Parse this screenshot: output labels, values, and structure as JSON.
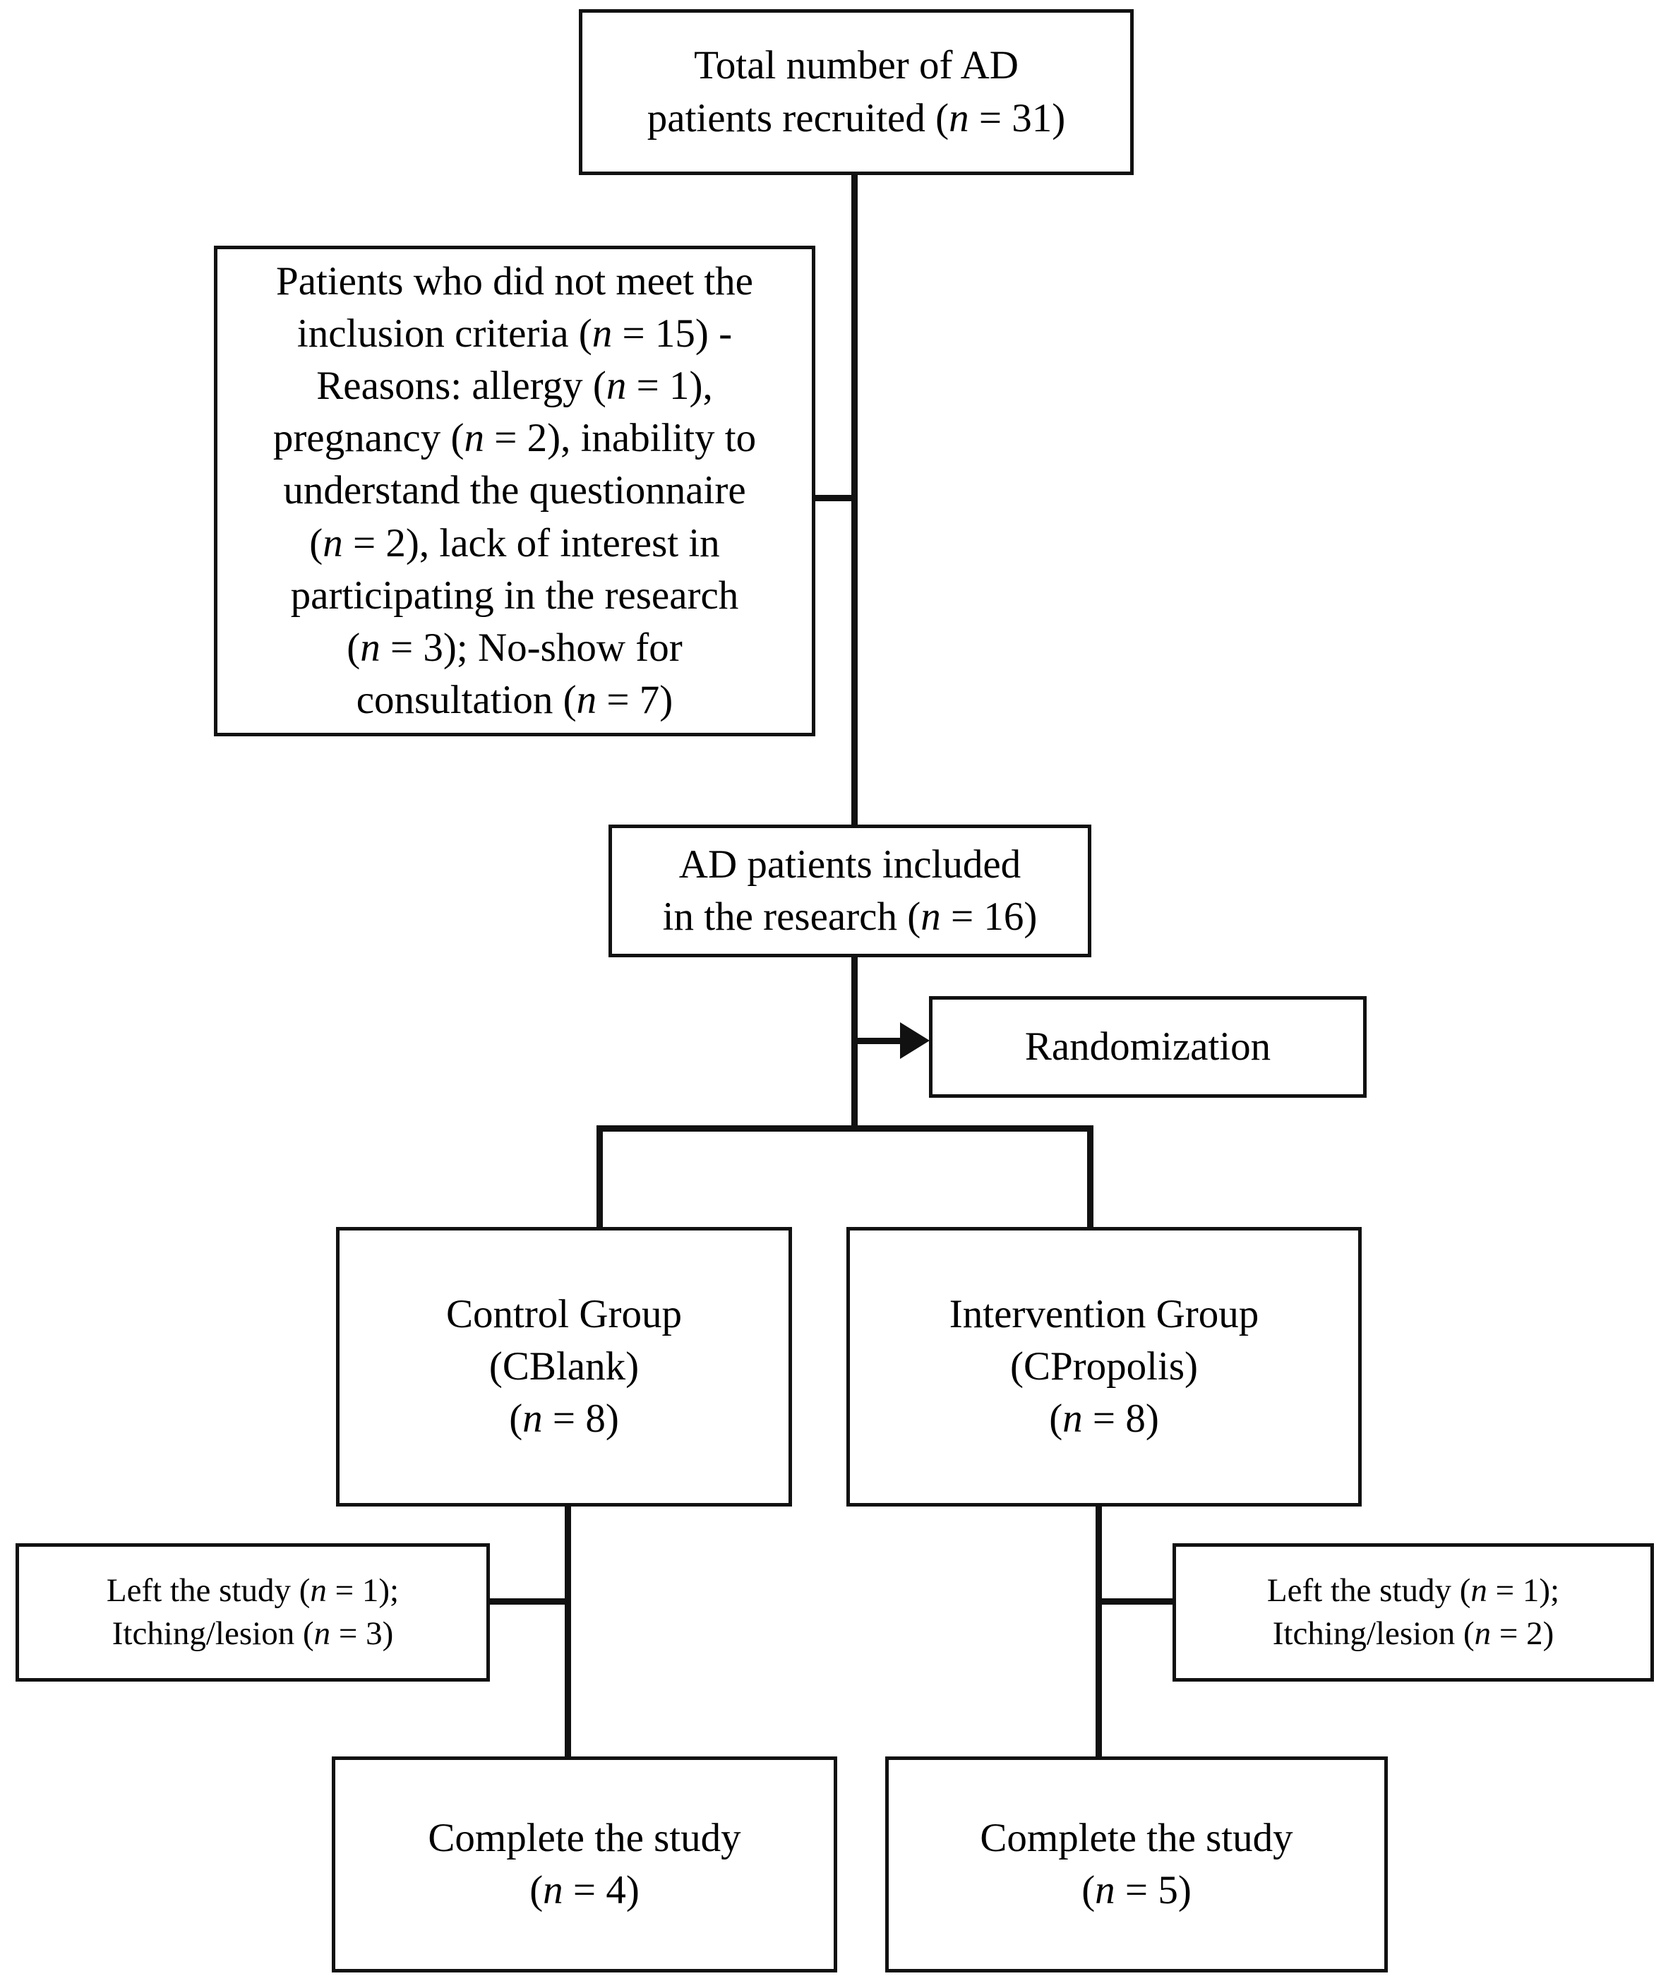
{
  "diagram": {
    "title": "CONSORT participant flow diagram",
    "colors": {
      "box_border": "#111111",
      "connector": "#111111",
      "background": "#ffffff",
      "text": "#000000"
    },
    "nodes": {
      "recruited": {
        "name": "total-recruited",
        "lines": [
          "Total number of AD",
          "patients recruited (n = 31)"
        ]
      },
      "excluded": {
        "name": "excluded-not-meeting-criteria",
        "lines": [
          "Patients who did not meet the",
          "inclusion criteria (n = 15) -",
          "Reasons: allergy (n = 1),",
          "pregnancy (n = 2), inability to",
          "understand the questionnaire",
          "(n = 2), lack of interest in",
          "participating in the research",
          "(n = 3); No-show for",
          "consultation (n = 7)"
        ]
      },
      "included": {
        "name": "patients-included",
        "lines": [
          "AD patients  included",
          "in the research (n = 16)"
        ]
      },
      "randomization": {
        "name": "randomization",
        "lines": [
          "Randomization"
        ]
      },
      "control_group": {
        "name": "control-group",
        "lines": [
          "Control Group",
          "(CBlank)",
          "(n = 8)"
        ]
      },
      "intervention_group": {
        "name": "intervention-group",
        "lines": [
          "Intervention Group",
          "(CPropolis)",
          "(n = 8)"
        ]
      },
      "control_dropout": {
        "name": "control-dropouts",
        "lines": [
          "Left the study (n = 1);",
          "Itching/lesion (n = 3)"
        ]
      },
      "intervention_dropout": {
        "name": "intervention-dropouts",
        "lines": [
          "Left the study (n = 1);",
          "Itching/lesion (n = 2)"
        ]
      },
      "control_complete": {
        "name": "control-completed",
        "lines": [
          "Complete the study",
          "(n = 4)"
        ]
      },
      "intervention_complete": {
        "name": "intervention-completed",
        "lines": [
          "Complete the study",
          "(n = 5)"
        ]
      }
    },
    "counts": {
      "recruited": 31,
      "excluded_total": 15,
      "excluded_allergy": 1,
      "excluded_pregnancy": 2,
      "excluded_questionnaire": 2,
      "excluded_no_interest": 3,
      "excluded_no_show": 7,
      "included": 16,
      "control_allocated": 8,
      "intervention_allocated": 8,
      "control_left_study": 1,
      "control_itching_lesion": 3,
      "intervention_left_study": 1,
      "intervention_itching_lesion": 2,
      "control_completed": 4,
      "intervention_completed": 5
    }
  }
}
